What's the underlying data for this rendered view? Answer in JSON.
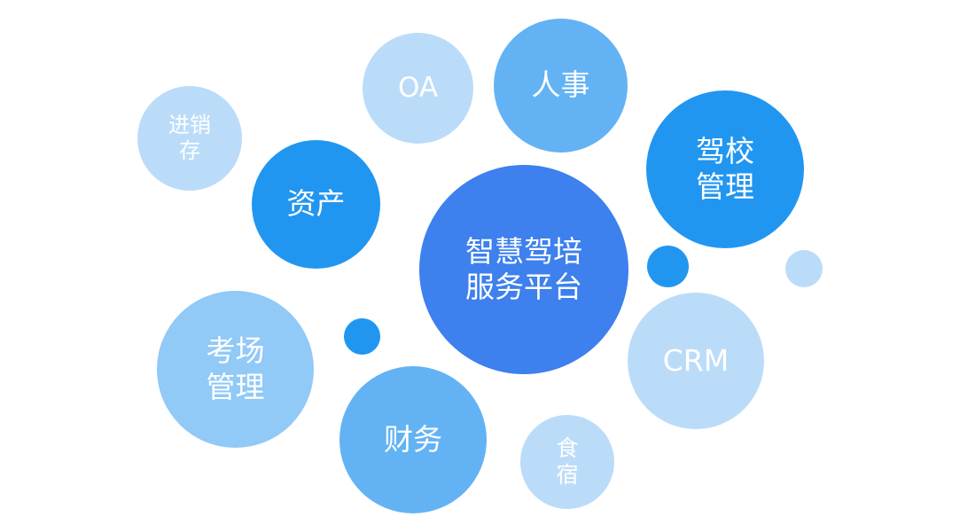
{
  "diagram": {
    "center": {
      "label": "智慧驾培\n服务平台",
      "color": "#3d80ee"
    },
    "nodes": [
      {
        "id": "oa",
        "label": "OA",
        "color": "#bbdcf9"
      },
      {
        "id": "hr",
        "label": "人事",
        "color": "#63b3f4"
      },
      {
        "id": "jxc",
        "label": "进销\n存",
        "color": "#bbdcf9"
      },
      {
        "id": "asset",
        "label": "资产",
        "color": "#2196f0"
      },
      {
        "id": "school",
        "label": "驾校\n管理",
        "color": "#2196f0"
      },
      {
        "id": "exam",
        "label": "考场\n管理",
        "color": "#91c9f7"
      },
      {
        "id": "finance",
        "label": "财务",
        "color": "#63b3f4"
      },
      {
        "id": "crm",
        "label": "CRM",
        "color": "#bbdcf9"
      },
      {
        "id": "food",
        "label": "食\n宿",
        "color": "#bbdcf9"
      }
    ],
    "decorative_dots": [
      {
        "id": "dot-left",
        "color": "#2196f0"
      },
      {
        "id": "dot-mid",
        "color": "#2196f0"
      },
      {
        "id": "dot-right",
        "color": "#bbdcf9"
      }
    ]
  }
}
